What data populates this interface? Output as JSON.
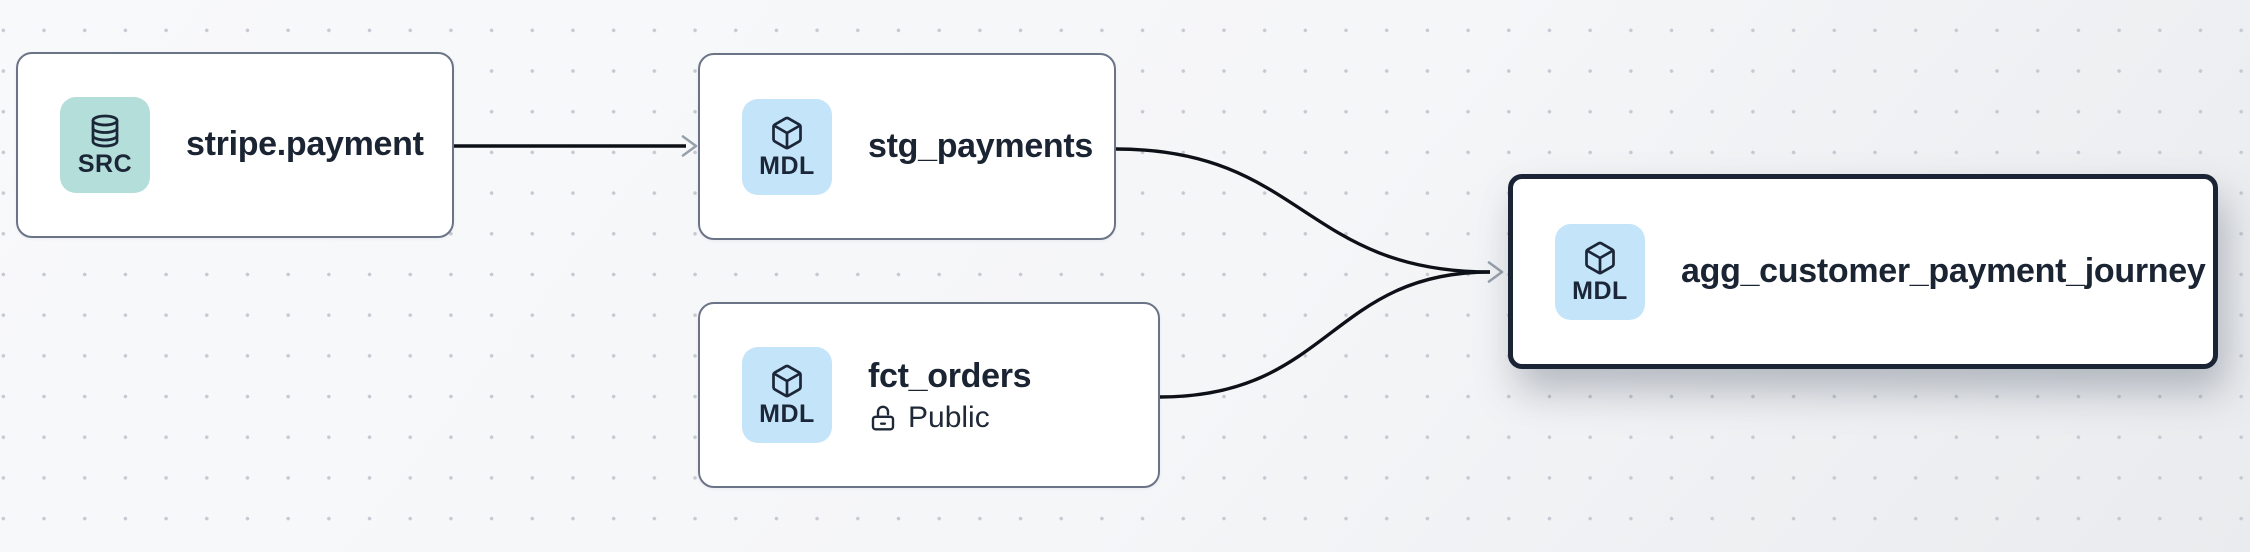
{
  "canvas": {
    "background_color": "#f6f7f9",
    "dot_color": "#c5c9d1",
    "edge_color": "#0d1117",
    "arrow_color": "#98a0ac",
    "selected_border_color": "#1b2434",
    "node_border_color": "#6b7486"
  },
  "nodes": [
    {
      "title": "stripe.payment",
      "badge_label": "SRC",
      "badge_color": "#b3ded9",
      "icon": "database-icon",
      "selected": false
    },
    {
      "title": "stg_payments",
      "badge_label": "MDL",
      "badge_color": "#c4e4f9",
      "icon": "cube-icon",
      "selected": false
    },
    {
      "title": "fct_orders",
      "badge_label": "MDL",
      "badge_color": "#c4e4f9",
      "icon": "cube-icon",
      "access_label": "Public",
      "access_icon": "lock-open-icon",
      "selected": false
    },
    {
      "title": "agg_customer_payment_journey",
      "badge_label": "MDL",
      "badge_color": "#c4e4f9",
      "icon": "cube-icon",
      "selected": true
    }
  ],
  "edges": [
    {
      "from": "stripe.payment",
      "to": "stg_payments"
    },
    {
      "from": "stg_payments",
      "to": "agg_customer_payment_journey"
    },
    {
      "from": "fct_orders",
      "to": "agg_customer_payment_journey"
    }
  ]
}
